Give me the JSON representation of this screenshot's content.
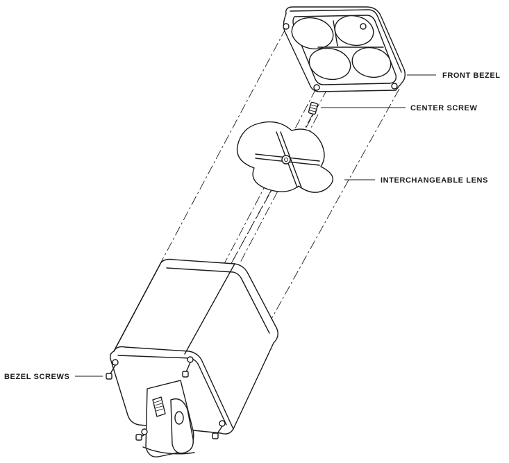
{
  "labels": {
    "front_bezel": "FRONT BEZEL",
    "center_screw": "CENTER SCREW",
    "interchangeable_lens": "INTERCHANGEABLE LENS",
    "bezel_screws": "BEZEL SCREWS"
  }
}
